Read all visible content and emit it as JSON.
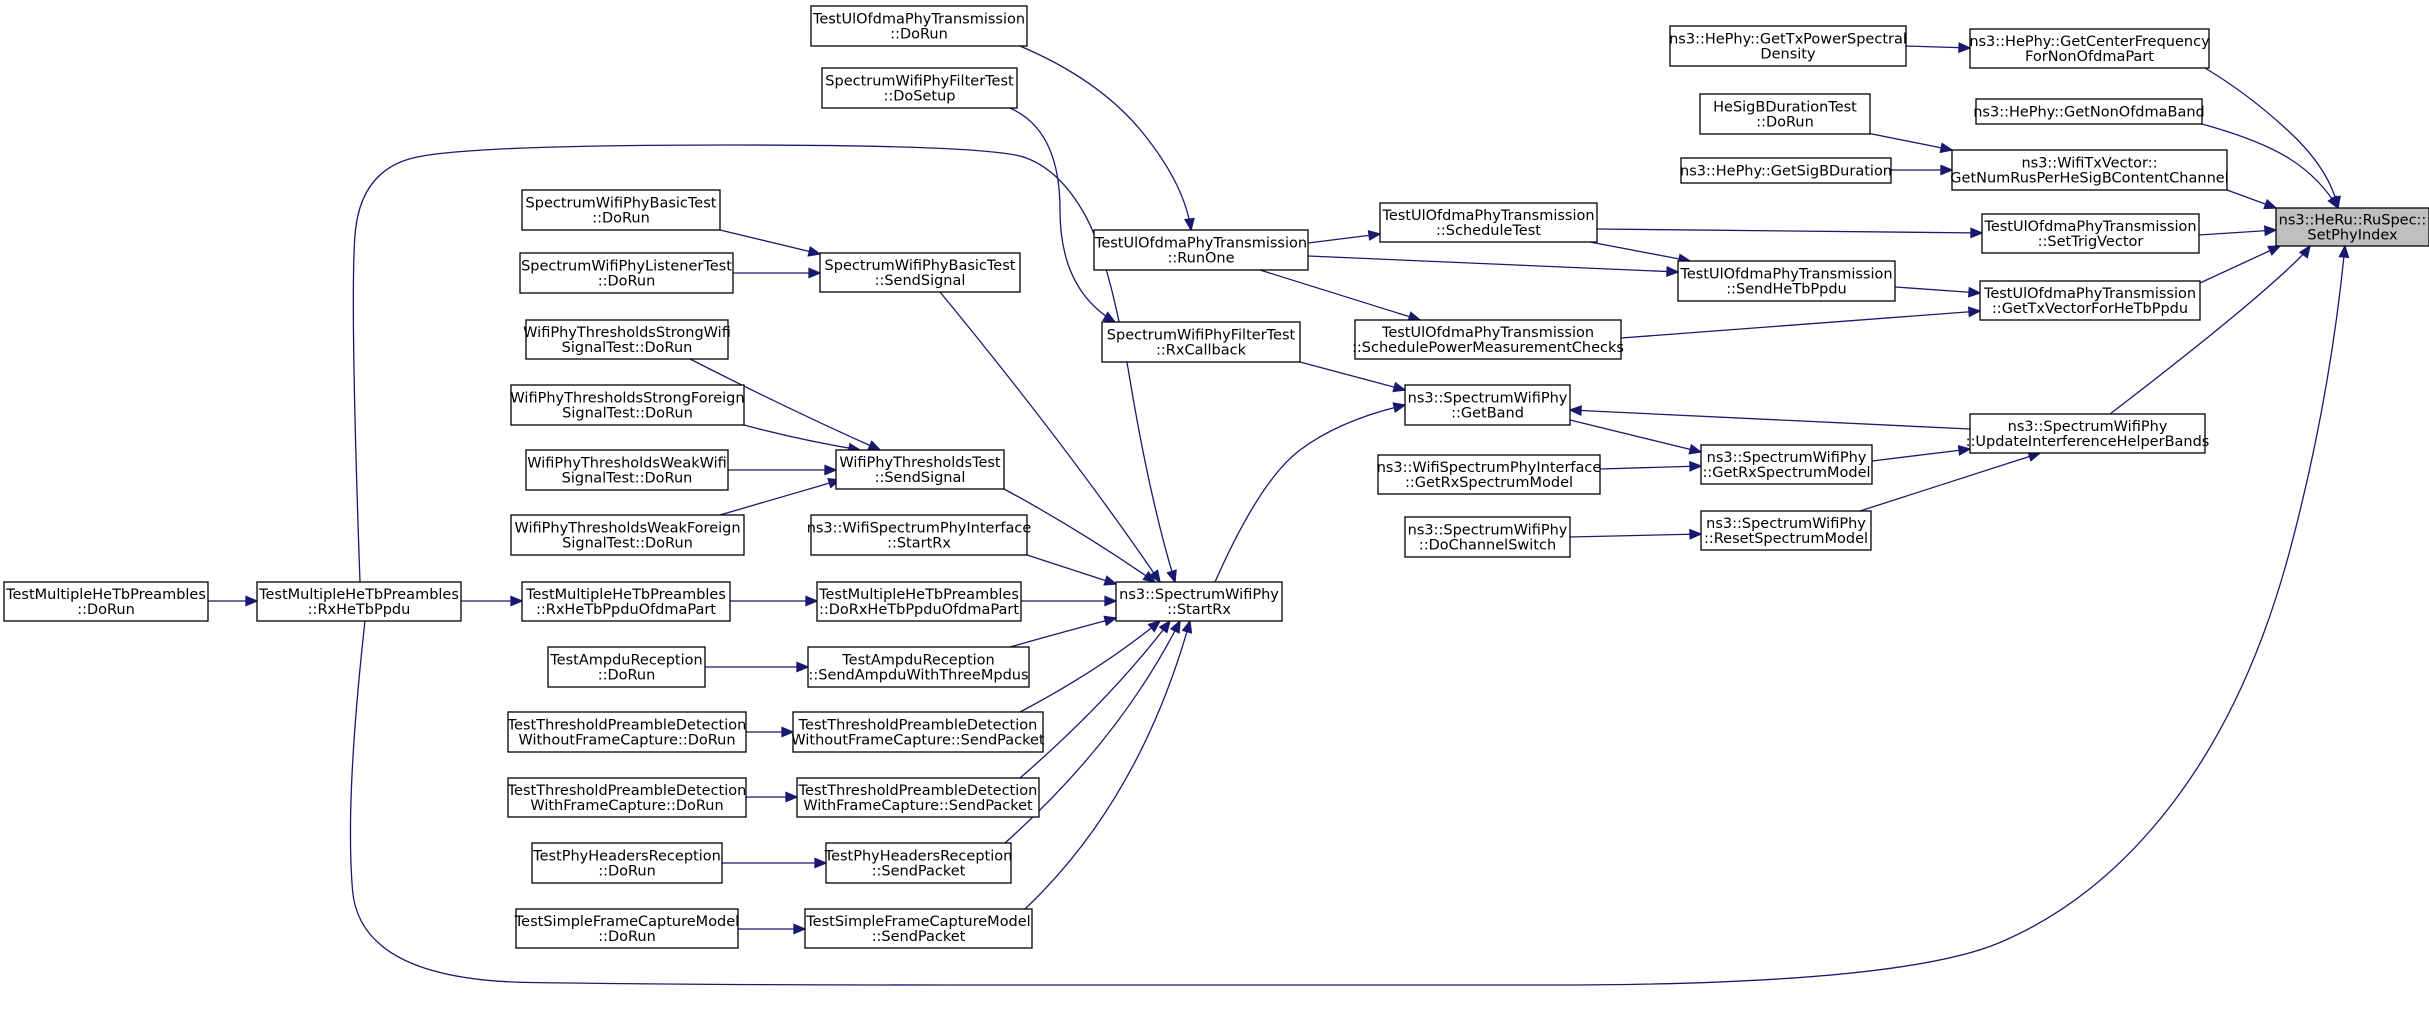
{
  "graph": {
    "type": "doxygen-caller-graph",
    "edge_color": "#191970",
    "root_fill": "#bfbfbf",
    "node_fill": "#ffffff",
    "node_stroke": "#000000"
  },
  "nodes": [
    {
      "id": "setphyindex",
      "lines": [
        "ns3::HeRu::RuSpec::",
        "SetPhyIndex"
      ],
      "root": true
    },
    {
      "id": "getcenterfreq",
      "lines": [
        "ns3::HePhy::GetCenterFrequency",
        "ForNonOfdmaPart"
      ]
    },
    {
      "id": "gettxpsd",
      "lines": [
        "ns3::HePhy::GetTxPowerSpectral",
        "Density"
      ]
    },
    {
      "id": "getnonofdmaband",
      "lines": [
        "ns3::HePhy::GetNonOfdmaBand"
      ]
    },
    {
      "id": "getnumrus",
      "lines": [
        "ns3::WifiTxVector::",
        "GetNumRusPerHeSigBContentChannel"
      ]
    },
    {
      "id": "hesigbdorun",
      "lines": [
        "HeSigBDurationTest",
        "::DoRun"
      ]
    },
    {
      "id": "getsigbduration",
      "lines": [
        "ns3::HePhy::GetSigBDuration"
      ]
    },
    {
      "id": "settrigvector",
      "lines": [
        "TestUlOfdmaPhyTransmission",
        "::SetTrigVector"
      ]
    },
    {
      "id": "scheduletest",
      "lines": [
        "TestUlOfdmaPhyTransmission",
        "::ScheduleTest"
      ]
    },
    {
      "id": "runone",
      "lines": [
        "TestUlOfdmaPhyTransmission",
        "::RunOne"
      ]
    },
    {
      "id": "ulofdmadorun",
      "lines": [
        "TestUlOfdmaPhyTransmission",
        "::DoRun"
      ]
    },
    {
      "id": "sendhetbppdu",
      "lines": [
        "TestUlOfdmaPhyTransmission",
        "::SendHeTbPpdu"
      ]
    },
    {
      "id": "gettxvectorhetb",
      "lines": [
        "TestUlOfdmaPhyTransmission",
        "::GetTxVectorForHeTbPpdu"
      ]
    },
    {
      "id": "schedulepower",
      "lines": [
        "TestUlOfdmaPhyTransmission",
        "::SchedulePowerMeasurementChecks"
      ]
    },
    {
      "id": "filterdosetup",
      "lines": [
        "SpectrumWifiPhyFilterTest",
        "::DoSetup"
      ]
    },
    {
      "id": "filterrxcallback",
      "lines": [
        "SpectrumWifiPhyFilterTest",
        "::RxCallback"
      ]
    },
    {
      "id": "getband",
      "lines": [
        "ns3::SpectrumWifiPhy",
        "::GetBand"
      ]
    },
    {
      "id": "updateinterference",
      "lines": [
        "ns3::SpectrumWifiPhy",
        "::UpdateInterferenceHelperBands"
      ]
    },
    {
      "id": "getrxspectrummodel",
      "lines": [
        "ns3::SpectrumWifiPhy",
        "::GetRxSpectrumModel"
      ]
    },
    {
      "id": "ifacegetrxsm",
      "lines": [
        "ns3::WifiSpectrumPhyInterface",
        "::GetRxSpectrumModel"
      ]
    },
    {
      "id": "resetspectrummodel",
      "lines": [
        "ns3::SpectrumWifiPhy",
        "::ResetSpectrumModel"
      ]
    },
    {
      "id": "dochannelswitch",
      "lines": [
        "ns3::SpectrumWifiPhy",
        "::DoChannelSwitch"
      ]
    },
    {
      "id": "startrx",
      "lines": [
        "ns3::SpectrumWifiPhy",
        "::StartRx"
      ]
    },
    {
      "id": "basicsendsignal",
      "lines": [
        "SpectrumWifiPhyBasicTest",
        "::SendSignal"
      ]
    },
    {
      "id": "basicdorun",
      "lines": [
        "SpectrumWifiPhyBasicTest",
        "::DoRun"
      ]
    },
    {
      "id": "listenerdorun",
      "lines": [
        "SpectrumWifiPhyListenerTest",
        "::DoRun"
      ]
    },
    {
      "id": "thresholdssendsignal",
      "lines": [
        "WifiPhyThresholdsTest",
        "::SendSignal"
      ]
    },
    {
      "id": "strongwifi",
      "lines": [
        "WifiPhyThresholdsStrongWifi",
        "SignalTest::DoRun"
      ]
    },
    {
      "id": "strongforeign",
      "lines": [
        "WifiPhyThresholdsStrongForeign",
        "SignalTest::DoRun"
      ]
    },
    {
      "id": "weakwifi",
      "lines": [
        "WifiPhyThresholdsWeakWifi",
        "SignalTest::DoRun"
      ]
    },
    {
      "id": "weakforeign",
      "lines": [
        "WifiPhyThresholdsWeakForeign",
        "SignalTest::DoRun"
      ]
    },
    {
      "id": "ifacestartrx",
      "lines": [
        "ns3::WifiSpectrumPhyInterface",
        "::StartRx"
      ]
    },
    {
      "id": "dorxhetbofdma",
      "lines": [
        "TestMultipleHeTbPreambles",
        "::DoRxHeTbPpduOfdmaPart"
      ]
    },
    {
      "id": "rxhetbofdma",
      "lines": [
        "TestMultipleHeTbPreambles",
        "::RxHeTbPpduOfdmaPart"
      ]
    },
    {
      "id": "rxhetbppdu",
      "lines": [
        "TestMultipleHeTbPreambles",
        "::RxHeTbPpdu"
      ]
    },
    {
      "id": "multipledorun",
      "lines": [
        "TestMultipleHeTbPreambles",
        "::DoRun"
      ]
    },
    {
      "id": "ampdusend",
      "lines": [
        "TestAmpduReception",
        "::SendAmpduWithThreeMpdus"
      ]
    },
    {
      "id": "ampdudorun",
      "lines": [
        "TestAmpduReception",
        "::DoRun"
      ]
    },
    {
      "id": "withoutfcsend",
      "lines": [
        "TestThresholdPreambleDetection",
        "WithoutFrameCapture::SendPacket"
      ]
    },
    {
      "id": "withoutfcdorun",
      "lines": [
        "TestThresholdPreambleDetection",
        "WithoutFrameCapture::DoRun"
      ]
    },
    {
      "id": "withfcsend",
      "lines": [
        "TestThresholdPreambleDetection",
        "WithFrameCapture::SendPacket"
      ]
    },
    {
      "id": "withfcdorun",
      "lines": [
        "TestThresholdPreambleDetection",
        "WithFrameCapture::DoRun"
      ]
    },
    {
      "id": "phyheaderssend",
      "lines": [
        "TestPhyHeadersReception",
        "::SendPacket"
      ]
    },
    {
      "id": "phyheadersdorun",
      "lines": [
        "TestPhyHeadersReception",
        "::DoRun"
      ]
    },
    {
      "id": "simplefcsend",
      "lines": [
        "TestSimpleFrameCaptureModel",
        "::SendPacket"
      ]
    },
    {
      "id": "simplefcdorun",
      "lines": [
        "TestSimpleFrameCaptureModel",
        "::DoRun"
      ]
    }
  ],
  "edges": [
    [
      "getcenterfreq",
      "setphyindex"
    ],
    [
      "gettxpsd",
      "getcenterfreq"
    ],
    [
      "getnonofdmaband",
      "setphyindex"
    ],
    [
      "getnumrus",
      "setphyindex"
    ],
    [
      "hesigbdorun",
      "getnumrus"
    ],
    [
      "getsigbduration",
      "getnumrus"
    ],
    [
      "settrigvector",
      "setphyindex"
    ],
    [
      "scheduletest",
      "settrigvector"
    ],
    [
      "runone",
      "scheduletest"
    ],
    [
      "ulofdmadorun",
      "runone"
    ],
    [
      "gettxvectorhetb",
      "setphyindex"
    ],
    [
      "sendhetbppdu",
      "gettxvectorhetb"
    ],
    [
      "scheduletest",
      "sendhetbppdu"
    ],
    [
      "runone",
      "sendhetbppdu"
    ],
    [
      "schedulepower",
      "gettxvectorhetb"
    ],
    [
      "runone",
      "schedulepower"
    ],
    [
      "updateinterference",
      "setphyindex"
    ],
    [
      "updateinterference",
      "getband"
    ],
    [
      "getrxspectrummodel",
      "updateinterference"
    ],
    [
      "resetspectrummodel",
      "updateinterference"
    ],
    [
      "getband",
      "getrxspectrummodel"
    ],
    [
      "ifacegetrxsm",
      "getrxspectrummodel"
    ],
    [
      "dochannelswitch",
      "resetspectrummodel"
    ],
    [
      "filterrxcallback",
      "getband"
    ],
    [
      "startrx",
      "getband"
    ],
    [
      "filterdosetup",
      "filterrxcallback"
    ],
    [
      "basicsendsignal",
      "startrx"
    ],
    [
      "basicdorun",
      "basicsendsignal"
    ],
    [
      "listenerdorun",
      "basicsendsignal"
    ],
    [
      "thresholdssendsignal",
      "startrx"
    ],
    [
      "strongwifi",
      "thresholdssendsignal"
    ],
    [
      "strongforeign",
      "thresholdssendsignal"
    ],
    [
      "weakwifi",
      "thresholdssendsignal"
    ],
    [
      "weakforeign",
      "thresholdssendsignal"
    ],
    [
      "ifacestartrx",
      "startrx"
    ],
    [
      "dorxhetbofdma",
      "startrx"
    ],
    [
      "rxhetbofdma",
      "dorxhetbofdma"
    ],
    [
      "rxhetbppdu",
      "rxhetbofdma"
    ],
    [
      "multipledorun",
      "rxhetbppdu"
    ],
    [
      "rxhetbppdu",
      "startrx"
    ],
    [
      "rxhetbppdu",
      "setphyindex"
    ],
    [
      "ampdusend",
      "startrx"
    ],
    [
      "ampdudorun",
      "ampdusend"
    ],
    [
      "withoutfcsend",
      "startrx"
    ],
    [
      "withoutfcdorun",
      "withoutfcsend"
    ],
    [
      "withfcsend",
      "startrx"
    ],
    [
      "withfcdorun",
      "withfcsend"
    ],
    [
      "phyheaderssend",
      "startrx"
    ],
    [
      "phyheadersdorun",
      "phyheaderssend"
    ],
    [
      "simplefcsend",
      "startrx"
    ],
    [
      "simplefcdorun",
      "simplefcsend"
    ]
  ]
}
